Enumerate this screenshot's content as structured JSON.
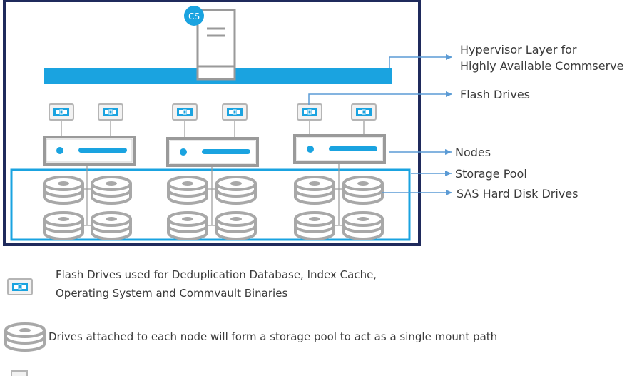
{
  "server_badge": "CS",
  "callouts": {
    "hypervisor_line1": "Hypervisor Layer for",
    "hypervisor_line2": "Highly Available Commserve",
    "flash_drives": "Flash Drives",
    "nodes": "Nodes",
    "storage_pool": "Storage Pool",
    "sas_drives": "SAS Hard Disk Drives"
  },
  "legend": {
    "flash_line1": "Flash Drives used for  Deduplication Database, Index Cache,",
    "flash_line2": "Operating System and  Commvault Binaries",
    "disk_line1": "Drives attached to each node will form a storage pool to act as a single mount path"
  },
  "colors": {
    "frame": "#1f2a5c",
    "accent": "#1aa3e0",
    "arrow": "#5b9bd5",
    "gray": "#9a9a9a",
    "icon_gray": "#a8a8a8",
    "text": "#3a3a3a"
  }
}
